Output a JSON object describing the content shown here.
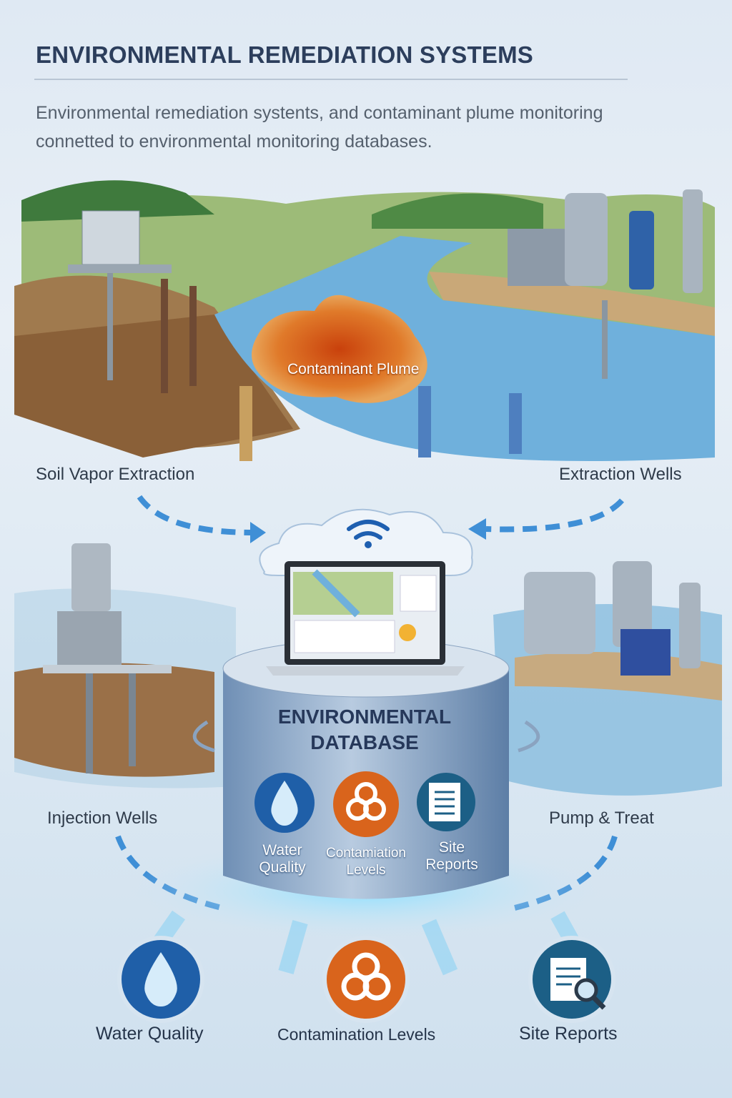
{
  "header": {
    "title": "ENVIRONMENTAL REMEDIATION SYSTEMS",
    "subtitle_line1": "Environmental remediation systents, and contaminant plume monitoring",
    "subtitle_line2": "connetted to environmental monitoring databases."
  },
  "scene": {
    "plume_label": "Contaminant Plume",
    "systems": [
      {
        "label": "Soil Vapor Extraction"
      },
      {
        "label": "Extraction Wells"
      },
      {
        "label": "Injection Wells"
      },
      {
        "label": "Pump & Treat"
      }
    ]
  },
  "database": {
    "title_line1": "ENVIRONMENTAL",
    "title_line2": "DATABASE",
    "categories": [
      {
        "line1": "Water",
        "line2": "Quality",
        "icon": "water-drop-icon",
        "color": "#1f5fa8"
      },
      {
        "line1": "Contamiation",
        "line2": "Levels",
        "icon": "biohazard-icon",
        "color": "#d9641c"
      },
      {
        "line1": "Site",
        "line2": "Reports",
        "icon": "document-icon",
        "color": "#1c5f86"
      }
    ]
  },
  "outputs": [
    {
      "label": "Water Quality",
      "icon": "water-drop-icon",
      "color": "#1f5fa8"
    },
    {
      "label": "Contamination Levels",
      "icon": "biohazard-icon",
      "color": "#d9641c"
    },
    {
      "label": "Site Reports",
      "icon": "report-search-icon",
      "color": "#1c5f86"
    }
  ],
  "colors": {
    "title": "#2c3e5c",
    "arrow": "#3f8fd6",
    "plume": "#d9641c",
    "water": "#5fa6d8"
  }
}
